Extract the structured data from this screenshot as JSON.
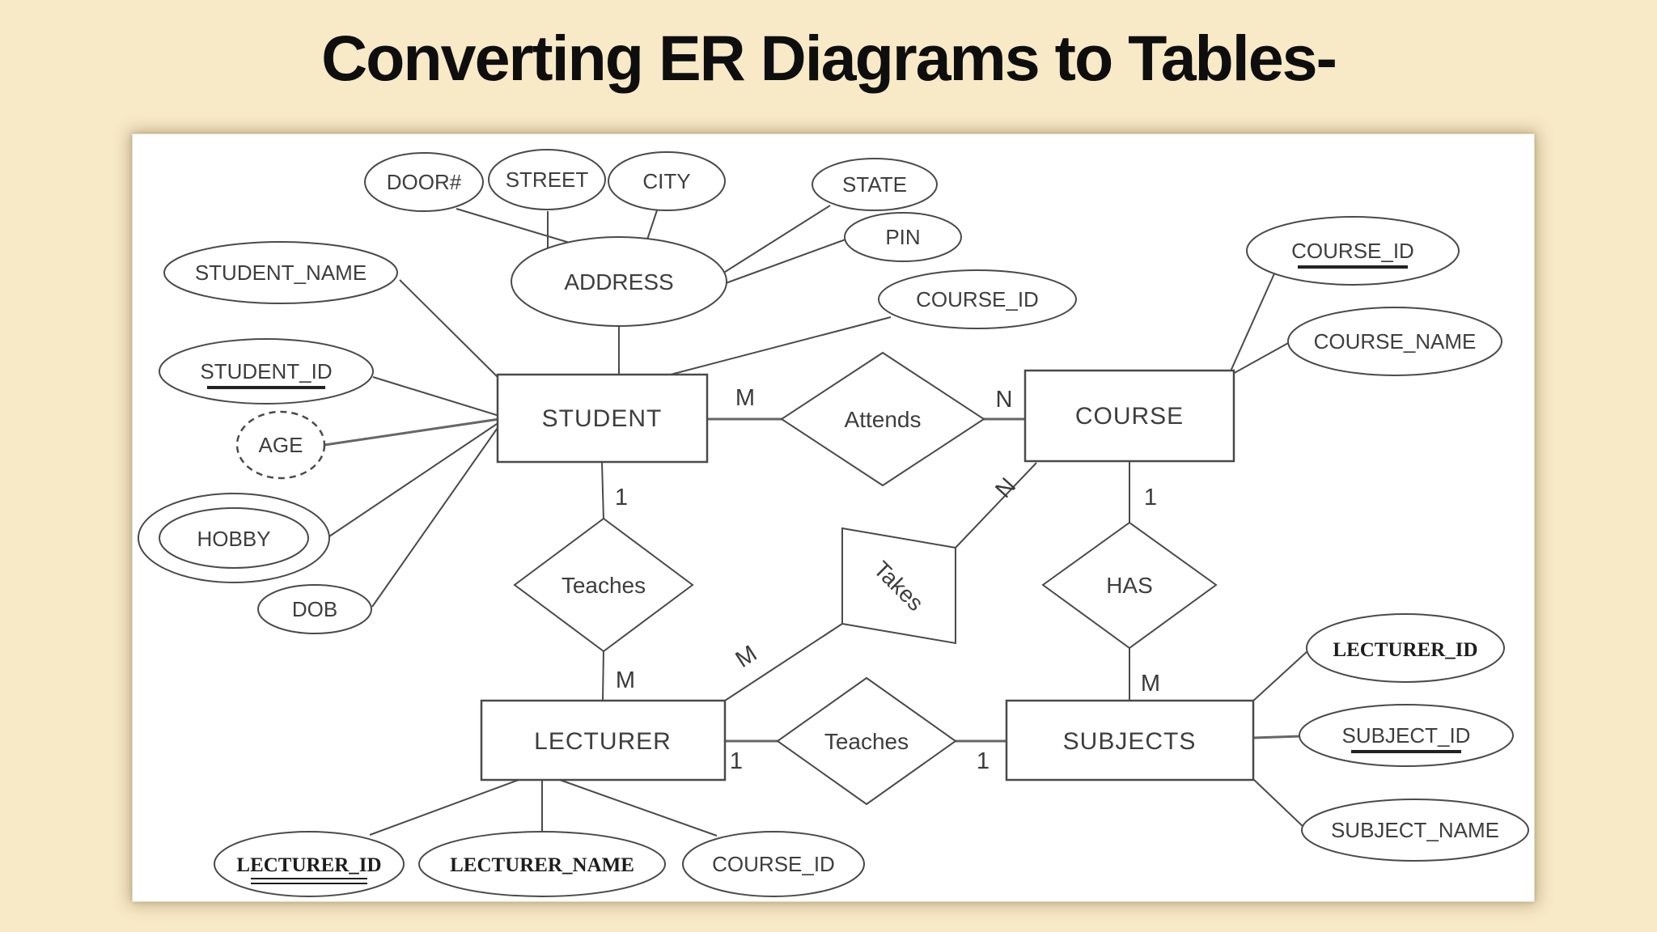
{
  "slide": {
    "title": "Converting ER Diagrams to Tables-"
  },
  "colors": {
    "background": "#F8E9C7",
    "panel": "#FFFFFF",
    "line": "#4A4A4A",
    "text": "#3E3E3E",
    "title_text": "#0E0E0E"
  },
  "er": {
    "entities": [
      {
        "label": "STUDENT"
      },
      {
        "label": "COURSE"
      },
      {
        "label": "LECTURER"
      },
      {
        "label": "SUBJECTS"
      }
    ],
    "relationships": [
      {
        "label": "Attends",
        "shape": "diamond",
        "between": [
          "STUDENT",
          "COURSE"
        ]
      },
      {
        "label": "Teaches",
        "shape": "diamond",
        "between": [
          "STUDENT",
          "LECTURER"
        ]
      },
      {
        "label": "HAS",
        "shape": "diamond",
        "between": [
          "COURSE",
          "SUBJECTS"
        ]
      },
      {
        "label": "Teaches",
        "shape": "diamond",
        "between": [
          "LECTURER",
          "SUBJECTS"
        ]
      },
      {
        "label": "Takes",
        "shape": "parallelogram",
        "between": [
          "COURSE",
          "LECTURER"
        ]
      }
    ],
    "cardinalities": {
      "attends_m": "M",
      "attends_n": "N",
      "teaches_upper_1": "1",
      "teaches_upper_m": "M",
      "takes_n": "N",
      "takes_m": "M",
      "has_1": "1",
      "has_m": "M",
      "teaches_lower_left_1": "1",
      "teaches_lower_right_1": "1"
    },
    "attributes": [
      {
        "label": "DOOR#",
        "of": "ADDRESS"
      },
      {
        "label": "STREET",
        "of": "ADDRESS"
      },
      {
        "label": "CITY",
        "of": "ADDRESS"
      },
      {
        "label": "STATE",
        "of": "ADDRESS"
      },
      {
        "label": "PIN",
        "of": "ADDRESS"
      },
      {
        "label": "ADDRESS",
        "of": "STUDENT",
        "kind": "composite"
      },
      {
        "label": "STUDENT_NAME",
        "of": "STUDENT"
      },
      {
        "label": "STUDENT_ID",
        "of": "STUDENT",
        "kind": "key-underlined"
      },
      {
        "label": "AGE",
        "of": "STUDENT",
        "kind": "derived-dashed"
      },
      {
        "label": "HOBBY",
        "of": "STUDENT",
        "kind": "multivalued-double"
      },
      {
        "label": "DOB",
        "of": "STUDENT"
      },
      {
        "label": "COURSE_ID",
        "of": "STUDENT"
      },
      {
        "label": "COURSE_ID",
        "of": "COURSE",
        "kind": "key-underlined"
      },
      {
        "label": "COURSE_NAME",
        "of": "COURSE"
      },
      {
        "label": "LECTURER_ID",
        "of": "SUBJECTS"
      },
      {
        "label": "SUBJECT_ID",
        "of": "SUBJECTS",
        "kind": "key-underlined"
      },
      {
        "label": "SUBJECT_NAME",
        "of": "SUBJECTS"
      },
      {
        "label": "LECTURER_ID",
        "of": "LECTURER",
        "kind": "key-underlined"
      },
      {
        "label": "LECTURER_NAME",
        "of": "LECTURER"
      },
      {
        "label": "COURSE_ID",
        "of": "LECTURER"
      }
    ]
  }
}
